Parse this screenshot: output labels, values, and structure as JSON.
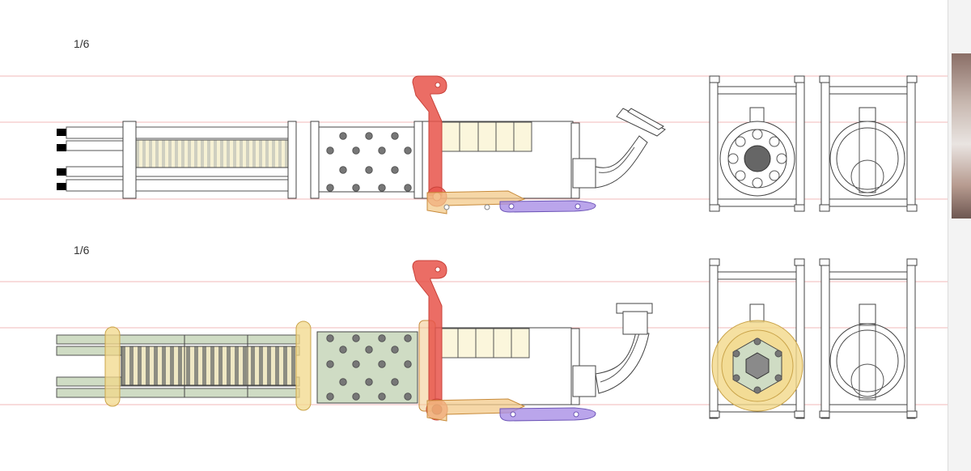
{
  "sheet": {
    "views": [
      {
        "id": "top",
        "scale_label": "1/6",
        "variant": "outline"
      },
      {
        "id": "bottom",
        "scale_label": "1/6",
        "variant": "highlighted"
      }
    ]
  },
  "colors": {
    "guide_line": "#f2b8b8",
    "outline": "#444444",
    "handle_red": "#e8534a",
    "linkage_orange": "#f3c98a",
    "slider_purple": "#a98ee6",
    "box_fill": "#fbf6dc",
    "barrel_green": "#cfdcc4",
    "ring_yellow": "#f2d88a",
    "hole_fill": "#777777"
  },
  "icons": {
    "side_thumbnail": "photo-thumbnail"
  }
}
